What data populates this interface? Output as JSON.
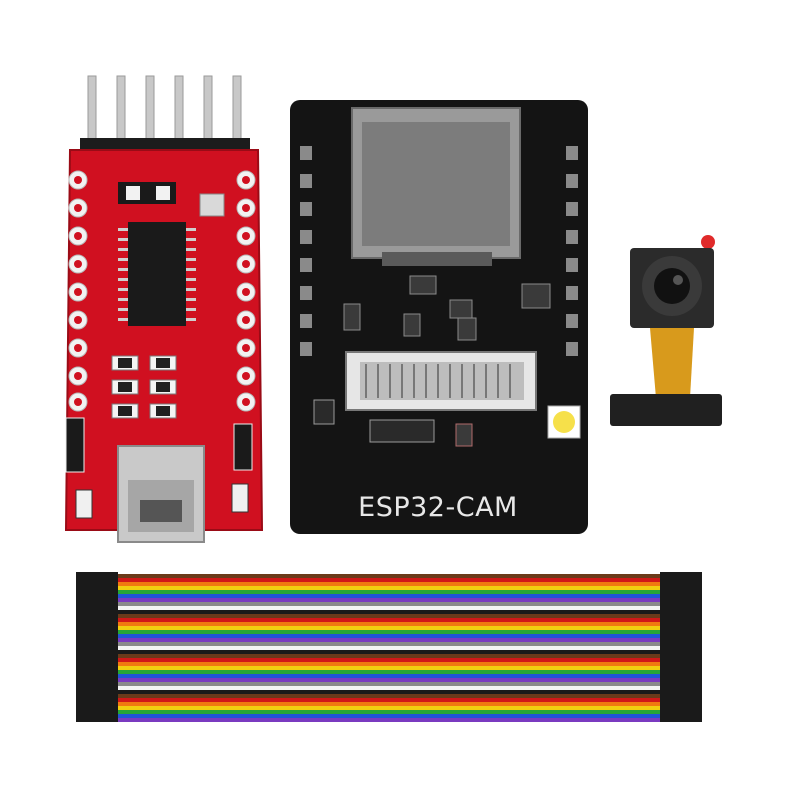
{
  "esp32_board": {
    "label": "ESP32-CAM"
  },
  "colors": {
    "background": "#ffffff",
    "ftdi_board": "#d01020",
    "esp_board": "#141414",
    "camera_flex": "#d89a1c",
    "wire_palette": [
      "#6b3a1a",
      "#d01818",
      "#f07a10",
      "#f0d010",
      "#26a636",
      "#1f55d6",
      "#7a3ac0",
      "#8a8a8a",
      "#f4f4f4",
      "#1a1a1a"
    ]
  },
  "icons": [
    "ftdi-usb-serial-adapter",
    "esp32-cam-board",
    "camera-module",
    "dupont-ribbon-cable"
  ]
}
